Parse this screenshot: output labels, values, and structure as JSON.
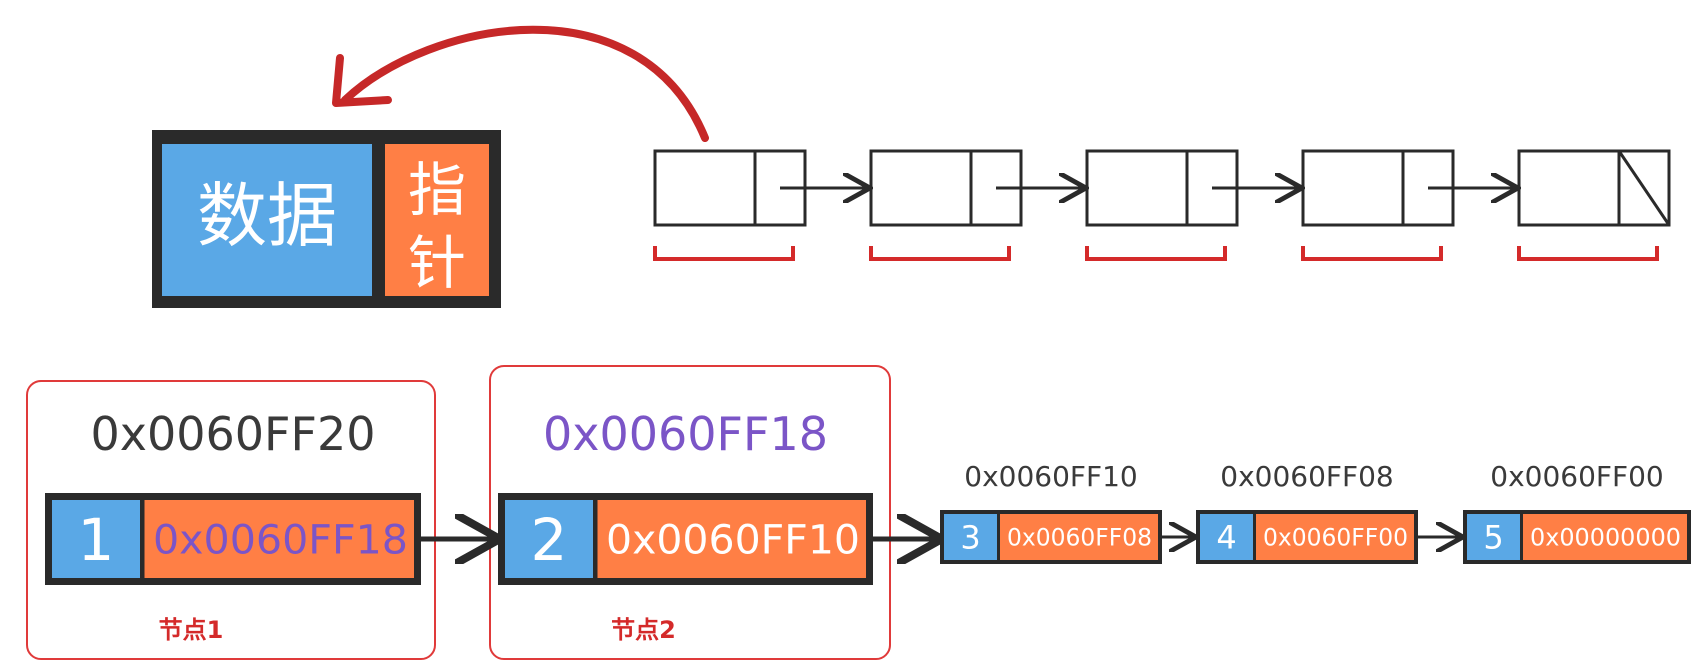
{
  "legend_node": {
    "data_label": "数据",
    "pointer_label": "指针"
  },
  "schematic_list": {
    "node_count": 5,
    "last_node_is_null": true
  },
  "memory_nodes": [
    {
      "address": "0x0060FF20",
      "value": "1",
      "next": "0x0060FF18",
      "group_label": "节点1"
    },
    {
      "address": "0x0060FF18",
      "value": "2",
      "next": "0x0060FF10",
      "group_label": "节点2"
    },
    {
      "address": "0x0060FF10",
      "value": "3",
      "next": "0x0060FF08"
    },
    {
      "address": "0x0060FF08",
      "value": "4",
      "next": "0x0060FF00"
    },
    {
      "address": "0x0060FF00",
      "value": "5",
      "next": "0x00000000"
    }
  ],
  "colors": {
    "data_blue": "#5aa8e6",
    "pointer_orange": "#ff7f45",
    "outline": "#2a2a2a",
    "highlight_red": "#d42a2a",
    "address_purple": "#7b55c7",
    "address_gray": "#3a3a3a",
    "box_border_red": "#e03a3a"
  }
}
